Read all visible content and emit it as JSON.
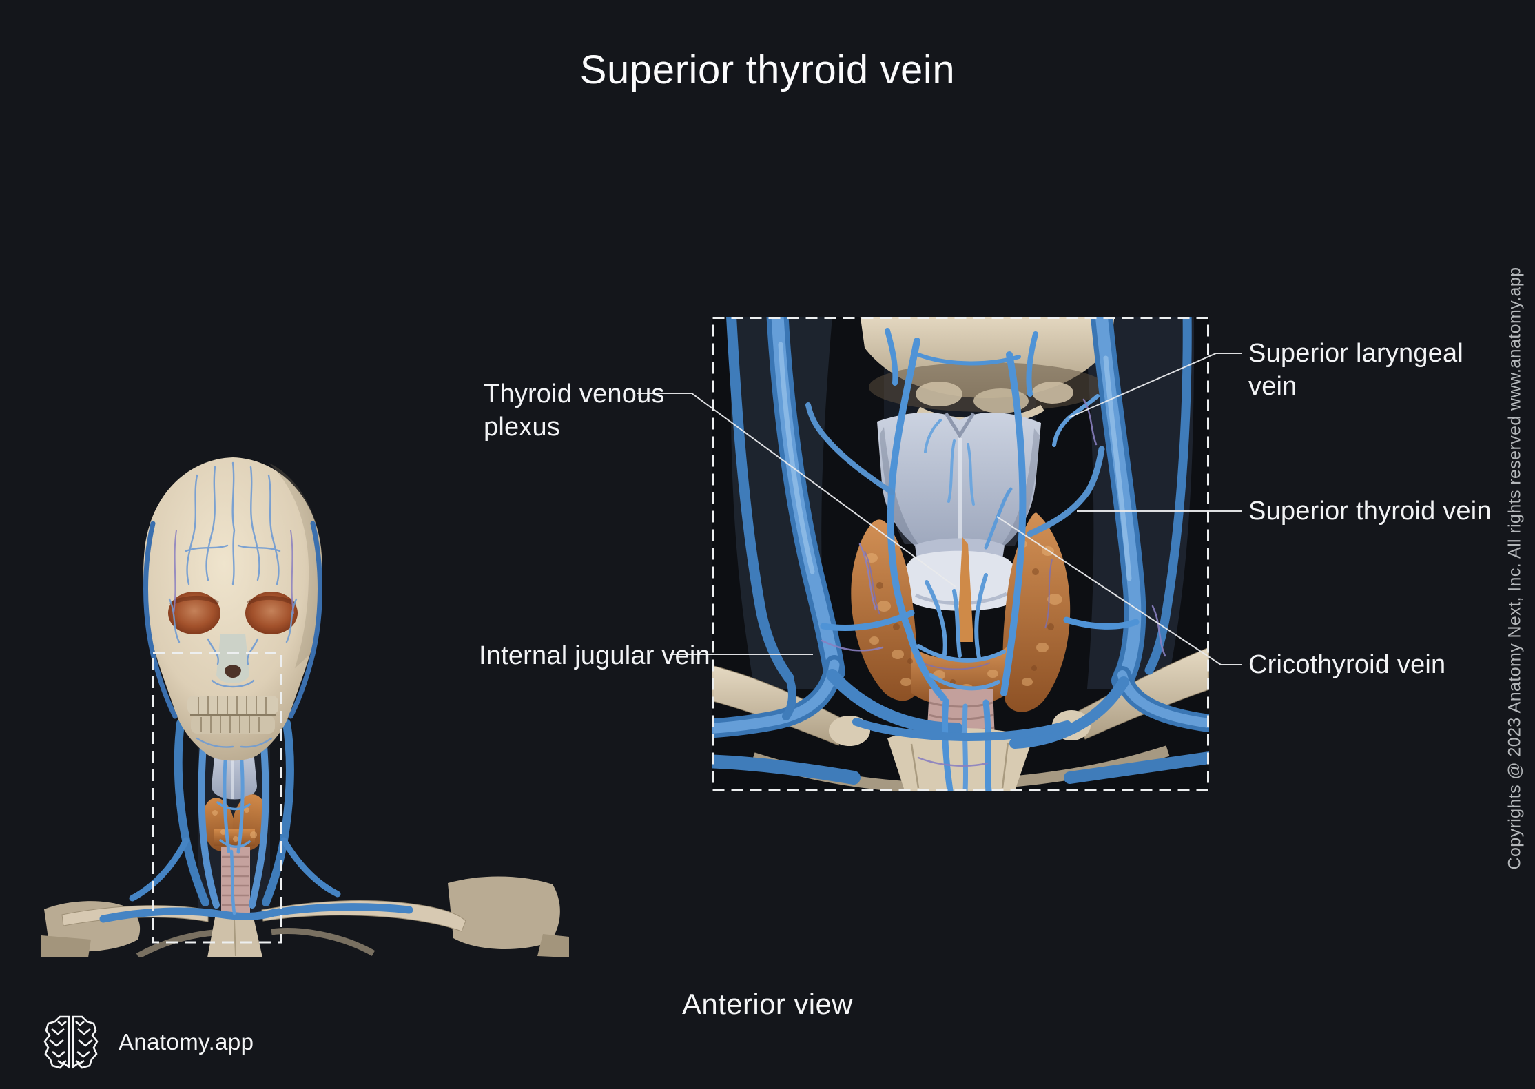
{
  "title": "Superior thyroid vein",
  "view_label": "Anterior view",
  "brand": {
    "name": "Anatomy.app",
    "icon": "brain-icon"
  },
  "copyright": "Copyrights @ 2023 Anatomy Next, Inc. All rights reserved www.anatomy.app",
  "labels": {
    "thyroid_venous_plexus": "Thyroid venous plexus",
    "internal_jugular_vein": "Internal jugular vein",
    "superior_laryngeal_vein": "Superior laryngeal vein",
    "superior_thyroid_vein": "Superior thyroid vein",
    "cricothyroid_vein": "Cricothyroid vein"
  },
  "figures": {
    "overview": "head-and-shoulders skeleton with superficial veins, anterior view, dashed selection box around neck",
    "inset": "magnified neck region: larynx, thyroid gland, jugular veins, clavicles, anterior view"
  },
  "colors": {
    "bg": "#14161b",
    "text": "#f2f3f5",
    "muted": "#b4b7ba",
    "leader": "#e9eaec",
    "vein": "#4f93d6",
    "vein_dark": "#2f6299",
    "vein_light": "#7fb2e4",
    "bone": "#d9cbb2",
    "bone_dark": "#a3957c",
    "cartilage": "#c3cbdb",
    "cricoid": "#e2e6ee",
    "thyroid_gland": "#c9813f",
    "thyroid_dark": "#8d5125",
    "thyroid_light": "#e8b277",
    "eye_socket": "#a0522d",
    "trachea": "#c5a29e",
    "small_vein_purple": "#8a7fc0"
  }
}
